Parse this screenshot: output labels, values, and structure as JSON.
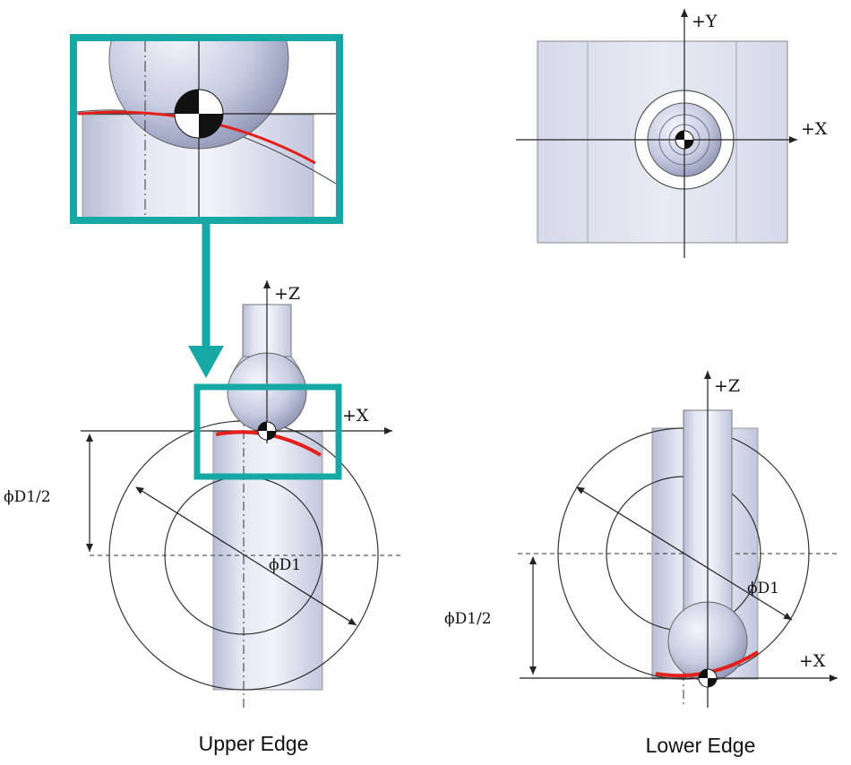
{
  "captions": {
    "upper": "Upper Edge",
    "lower": "Lower Edge"
  },
  "axes": {
    "plus_x": "+X",
    "plus_y": "+Y",
    "plus_z": "+Z"
  },
  "dimensions": {
    "diameter": "ϕD1",
    "half_diameter": "ϕD1/2"
  },
  "colors": {
    "highlight": "#16A8A5",
    "edge_trace": "#E3201B",
    "part_fill": "#DADDEC",
    "line": "#222222"
  }
}
